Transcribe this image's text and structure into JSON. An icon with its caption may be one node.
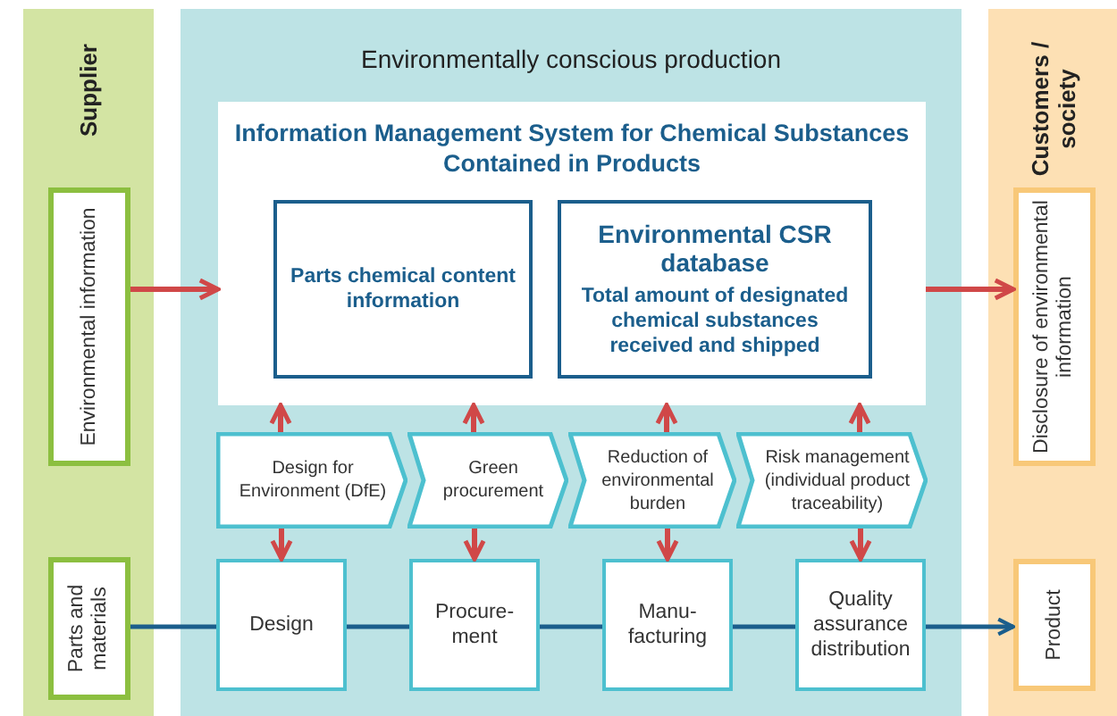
{
  "diagram": {
    "nodes": [
      {
        "text": [
          "Supplier"
        ]
      },
      {
        "text": [
          "Environmental information"
        ],
        "in": 0
      },
      {
        "text": [
          "Parts and materials"
        ],
        "in": 0
      },
      {
        "text": [
          "Environmentally conscious production"
        ]
      },
      {
        "text": [
          "Information Management System for Chemical Substances Contained in Products"
        ],
        "in": 3
      },
      {
        "text": [
          "Parts chemical content information"
        ],
        "in": 4
      },
      {
        "text": [
          "Environmental CSR database",
          "Total amount of designated chemical substances received and shipped"
        ],
        "in": 4
      },
      {
        "text": [
          "Design for Environment (DfE)"
        ],
        "in": 3
      },
      {
        "text": [
          "Green procurement"
        ],
        "in": 3
      },
      {
        "text": [
          "Reduction of environmental burden"
        ],
        "in": 3
      },
      {
        "text": [
          "Risk management (individual product traceability)"
        ],
        "in": 3
      },
      {
        "text": [
          "Design"
        ],
        "in": 3
      },
      {
        "text": [
          "Procure- ment"
        ],
        "in": 3
      },
      {
        "text": [
          "Manu- facturing"
        ],
        "in": 3
      },
      {
        "text": [
          "Quality assurance distribution"
        ],
        "in": 3
      },
      {
        "text": [
          "Customers / society"
        ]
      },
      {
        "text": [
          "Disclosure of environmental information"
        ],
        "in": 15
      },
      {
        "text": [
          "Product"
        ],
        "in": 15
      }
    ],
    "edges": [
      {
        "from": 1,
        "to": 4,
        "arrow": "to"
      },
      {
        "from": 4,
        "to": 16,
        "arrow": "to"
      },
      {
        "from": 7,
        "to": 4,
        "arrow": "to"
      },
      {
        "from": 8,
        "to": 4,
        "arrow": "to"
      },
      {
        "from": 9,
        "to": 4,
        "arrow": "to"
      },
      {
        "from": 10,
        "to": 4,
        "arrow": "to"
      },
      {
        "from": 7,
        "to": 11,
        "arrow": "to"
      },
      {
        "from": 8,
        "to": 12,
        "arrow": "to"
      },
      {
        "from": 9,
        "to": 13,
        "arrow": "to"
      },
      {
        "from": 10,
        "to": 14,
        "arrow": "to"
      },
      {
        "from": 2,
        "to": 11,
        "arrow": "none",
        "color": "#1b5e8c"
      },
      {
        "from": 11,
        "to": 12,
        "arrow": "none",
        "color": "#1b5e8c"
      },
      {
        "from": 12,
        "to": 13,
        "arrow": "none",
        "color": "#1b5e8c"
      },
      {
        "from": 13,
        "to": 14,
        "arrow": "none",
        "color": "#1b5e8c"
      },
      {
        "from": 14,
        "to": 17,
        "arrow": "to",
        "color": "#1b5e8c"
      }
    ]
  }
}
